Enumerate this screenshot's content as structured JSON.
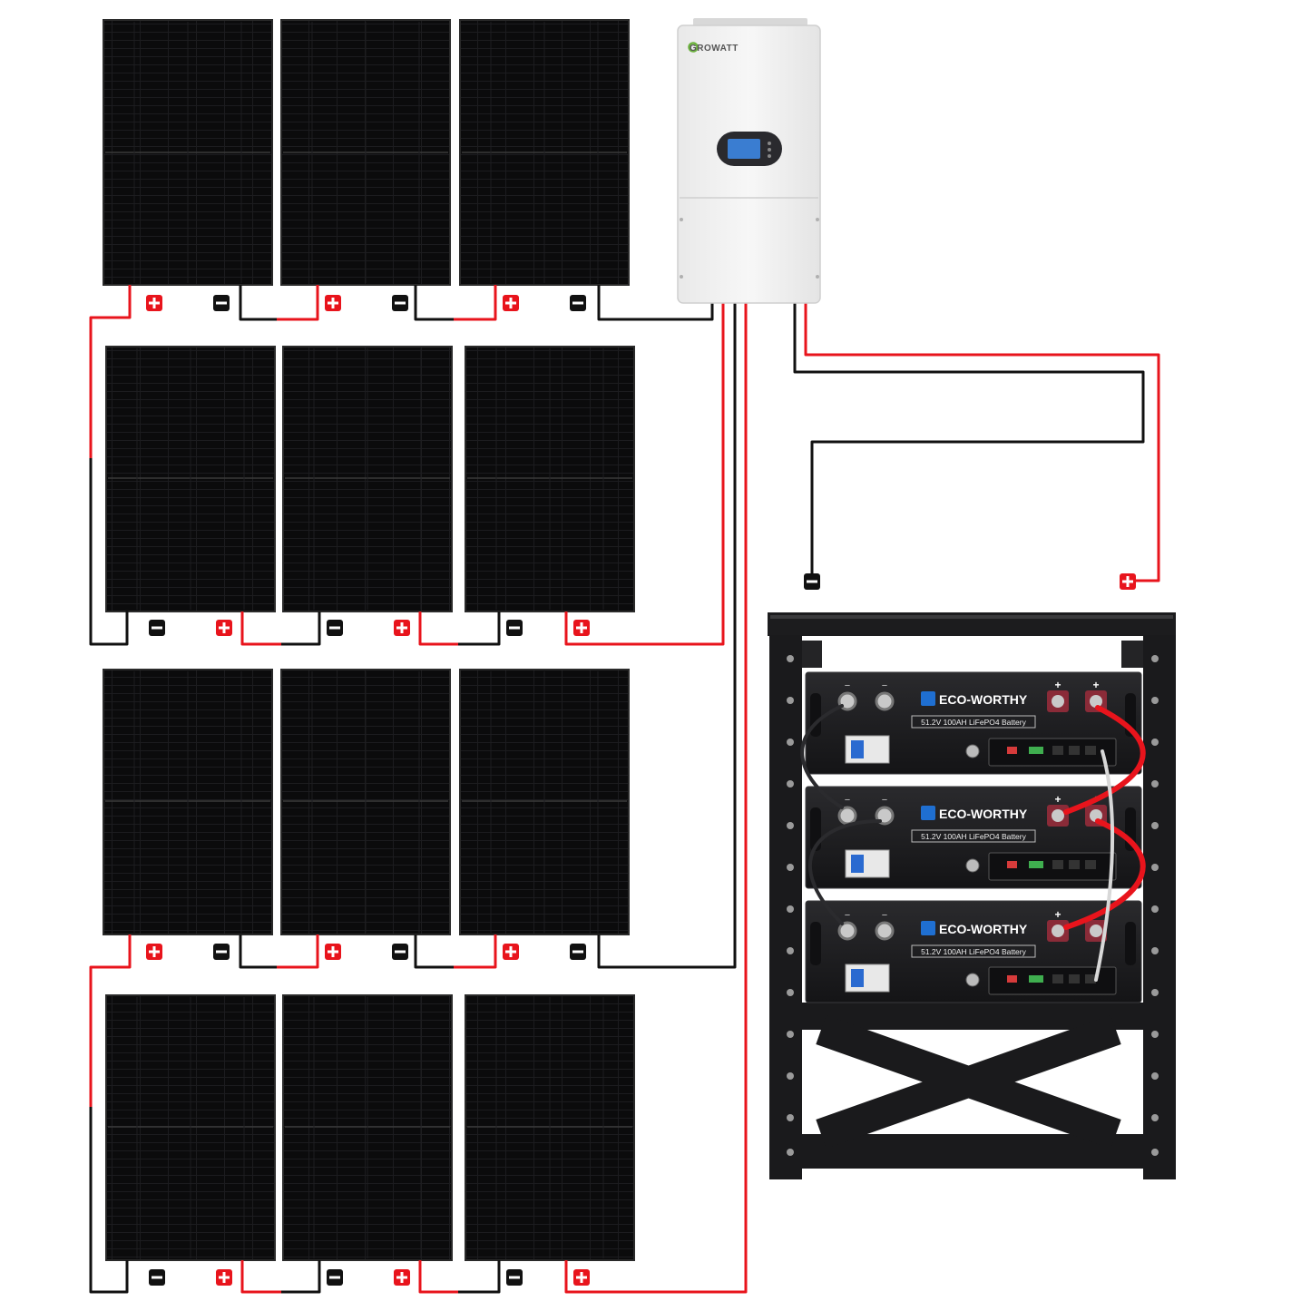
{
  "inverter": {
    "brand": "GROWATT"
  },
  "battery": {
    "brand": "ECO-WORTHY",
    "model": "51.2V 100AH LiFePO4 Battery",
    "units": 3,
    "terminal_positive": "+",
    "terminal_negative": "−"
  },
  "panels": {
    "rows": 4,
    "per_row": 3
  },
  "colors": {
    "positive_wire": "#e8141c",
    "negative_wire": "#111111",
    "panel": "#0b0b0c",
    "inverter_body": "#f3f3f3",
    "rack": "#1a1a1c"
  }
}
